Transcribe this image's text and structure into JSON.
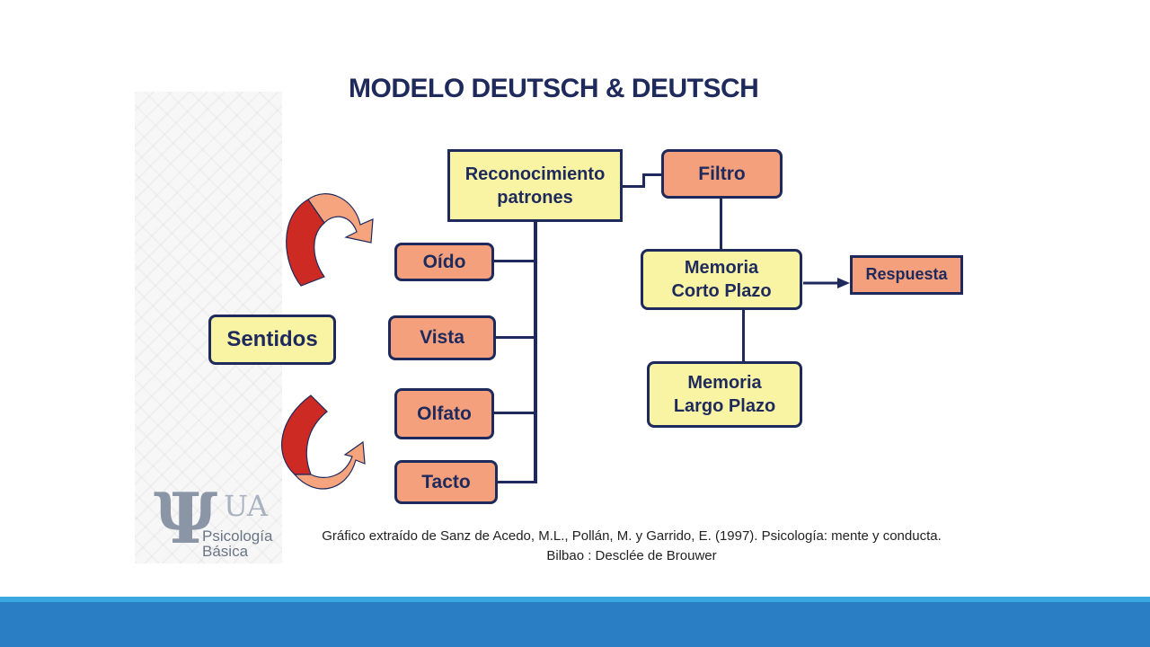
{
  "slide": {
    "title": "MODELO DEUTSCH & DEUTSCH",
    "citation_line1": "Gráfico extraído de Sanz de Acedo, M.L., Pollán, M. y Garrido, E. (1997). Psicología: mente y conducta.",
    "citation_line2": "Bilbao : Desclée de Brouwer"
  },
  "diagram": {
    "sentidos": "Sentidos",
    "senses": [
      "Oído",
      "Vista",
      "Olfato",
      "Tacto"
    ],
    "reconocimiento_line1": "Reconocimiento",
    "reconocimiento_line2": "patrones",
    "filtro": "Filtro",
    "memoria_corto_line1": "Memoria",
    "memoria_corto_line2": "Corto Plazo",
    "memoria_largo_line1": "Memoria",
    "memoria_largo_line2": "Largo Plazo",
    "respuesta": "Respuesta"
  },
  "logo": {
    "symbol": "Ψ",
    "ua": "UA",
    "line1": "Psicología",
    "line2": "Básica"
  },
  "colors": {
    "navy": "#1f2a5c",
    "yellow": "#f8f4a3",
    "salmon": "#f4a07c",
    "arrow_red": "#cc2a22",
    "arrow_peach": "#f5a47e",
    "band_light": "#3aa8e0",
    "band_dark": "#2a7fc4"
  }
}
